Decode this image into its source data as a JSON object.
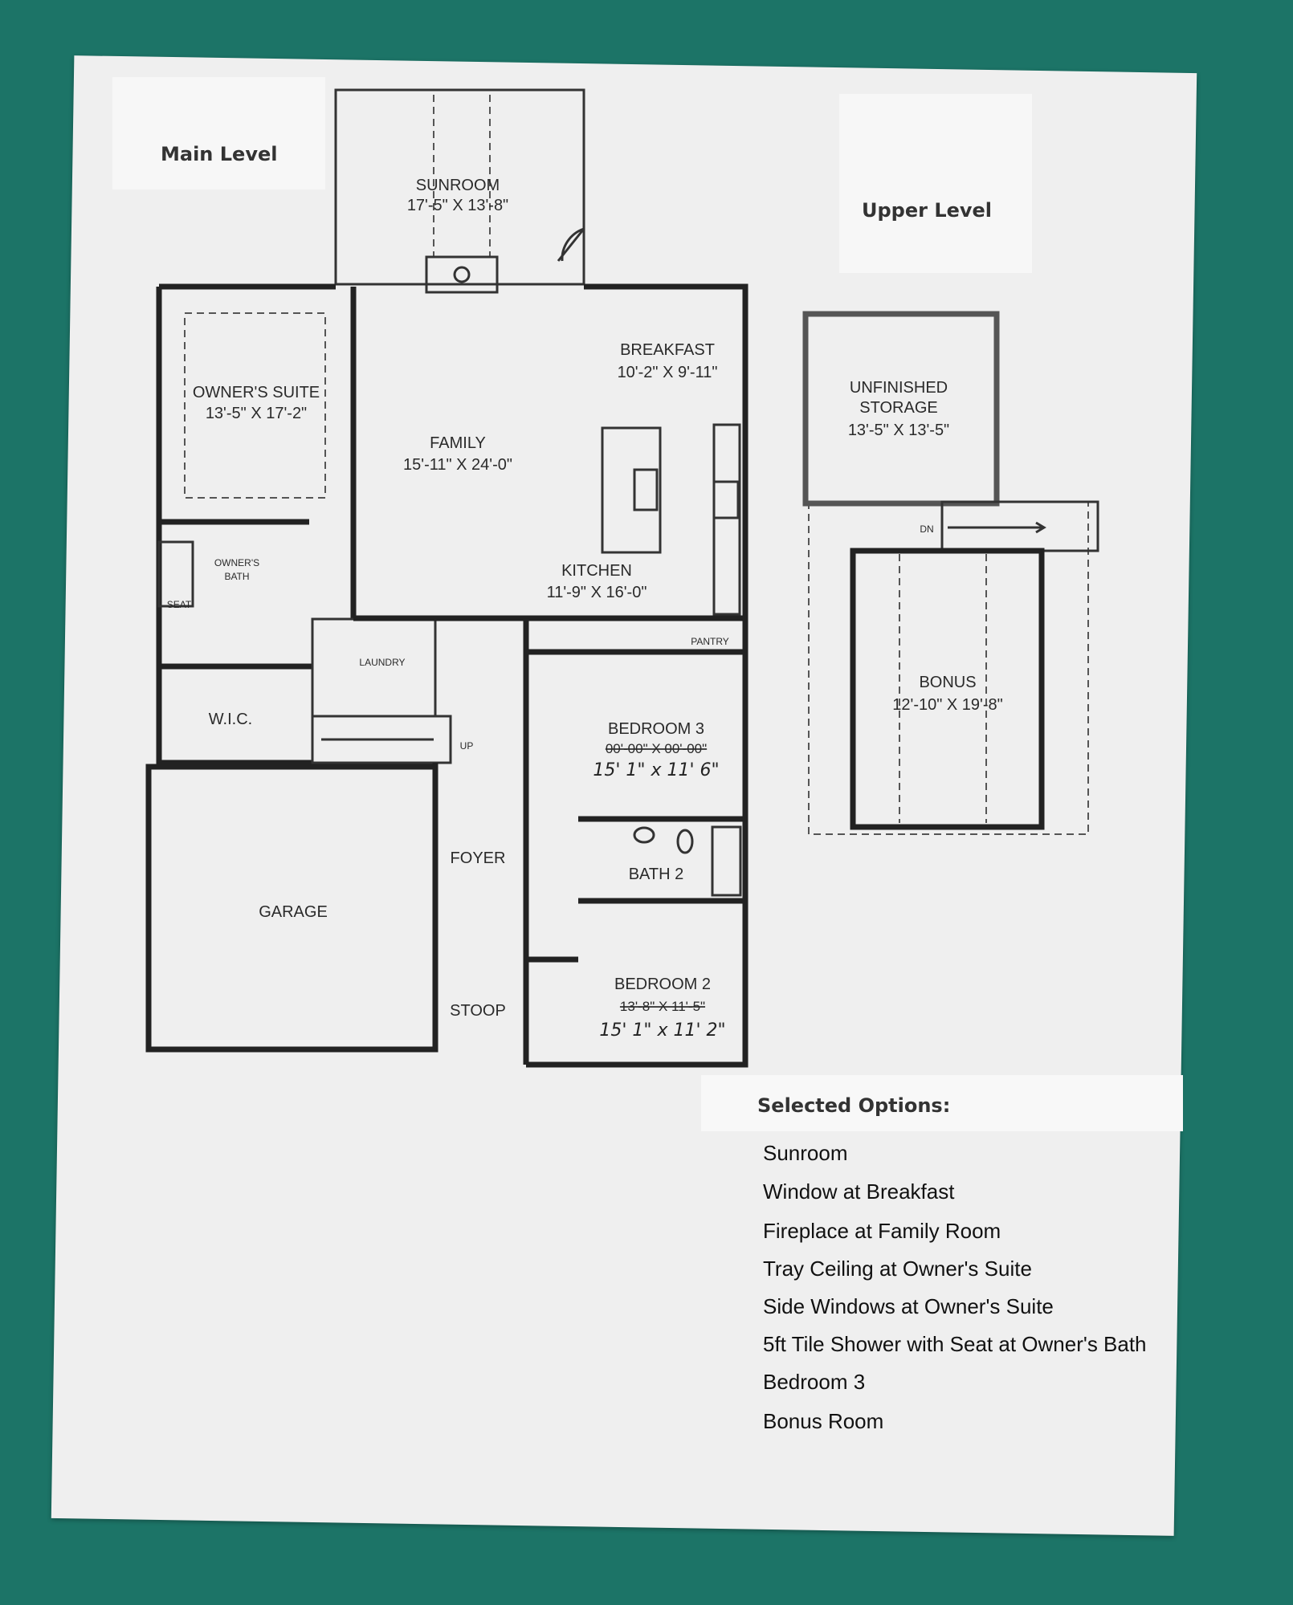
{
  "labels": {
    "main_level": "Main Level",
    "upper_level": "Upper Level"
  },
  "main_level": {
    "sunroom": {
      "name": "SUNROOM",
      "dims": "17'-5\" X 13'-8\""
    },
    "owners_suite": {
      "name": "OWNER'S SUITE",
      "dims": "13'-5\" X 17'-2\""
    },
    "family": {
      "name": "FAMILY",
      "dims": "15'-11\" X 24'-0\""
    },
    "breakfast": {
      "name": "BREAKFAST",
      "dims": "10'-2\" X 9'-11\""
    },
    "kitchen": {
      "name": "KITCHEN",
      "dims": "11'-9\" X 16'-0\""
    },
    "owners_bath": {
      "name_line1": "OWNER'S",
      "name_line2": "BATH"
    },
    "seat": "SEAT",
    "wic": "W.I.C.",
    "laundry": "LAUNDRY",
    "up": "UP",
    "pantry": "PANTRY",
    "bedroom3": {
      "name": "BEDROOM 3",
      "dims_struck": "00'-00\" X 00'-00\"",
      "dims_handwritten": "15' 1\" x 11' 6\""
    },
    "bath2": "BATH 2",
    "foyer": "FOYER",
    "garage": "GARAGE",
    "stoop": "STOOP",
    "bedroom2": {
      "name": "BEDROOM 2",
      "dims_struck": "13'-8\" X 11'-5\"",
      "dims_handwritten": "15' 1\" x 11' 2\""
    }
  },
  "upper_level": {
    "storage": {
      "line1": "UNFINISHED",
      "line2": "STORAGE",
      "dims": "13'-5\" X 13'-5\""
    },
    "dn": "DN",
    "bonus": {
      "name": "BONUS",
      "dims": "12'-10\" X 19'-8\""
    }
  },
  "selected_options": {
    "title": "Selected Options:",
    "items": [
      "Sunroom",
      "Window at Breakfast",
      "Fireplace at Family Room",
      "Tray Ceiling at Owner's Suite",
      "Side Windows at Owner's Suite",
      "5ft Tile Shower with Seat at Owner's Bath",
      "Bedroom 3",
      "Bonus Room"
    ]
  },
  "colors": {
    "background": "#1c7467",
    "paper": "#efefef"
  }
}
